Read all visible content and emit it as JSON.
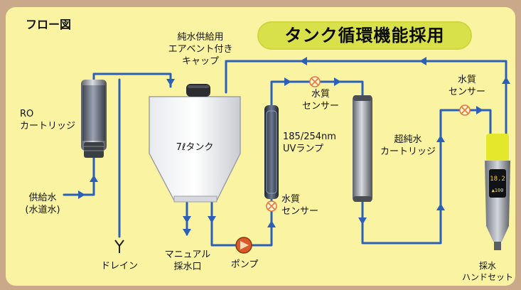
{
  "title": "フロー図",
  "banner": "タンク循環機能採用",
  "colors": {
    "panel": "#faf3a2",
    "pipe": "#2b5fb8",
    "accent": "#d9e14a",
    "valve": "#e6783a"
  },
  "labels": {
    "cap": "純水供給用\nエアベント付き\nキャップ",
    "ro": "RO\nカートリッジ",
    "feed": "供給水\n(水道水)",
    "drain": "ドレイン",
    "manual": "マニュアル\n採水口",
    "pump": "ポンプ",
    "tank": "7ℓタンク",
    "uv": "185/254nm\nUVランプ",
    "sensor1": "水質\nセンサー",
    "sensor2": "水質\nセンサー",
    "sensor3": "水質\nセンサー",
    "ultrapure": "超純水\nカートリッジ",
    "handset": "採水\nハンドセット"
  },
  "display": {
    "line1": "18.2",
    "line2": "▲100"
  }
}
